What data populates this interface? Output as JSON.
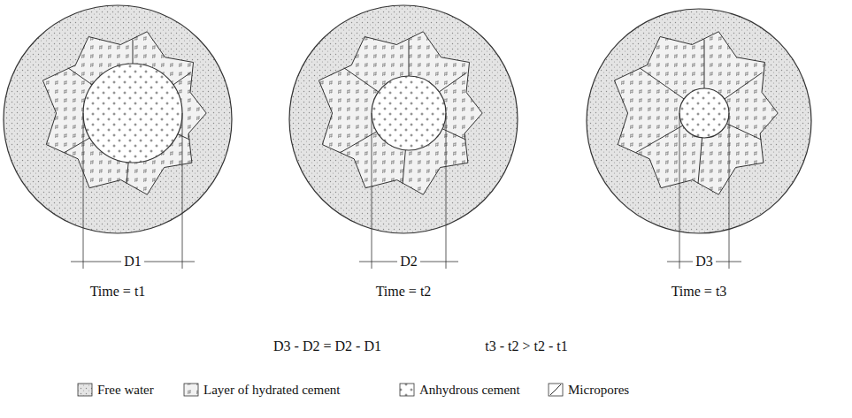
{
  "diagram": {
    "labels": [
      "D1",
      "Time = t1",
      "D2",
      "Time = t2",
      "D3",
      "Time = t3",
      "D3 - D2 = D2 - D1",
      "t3 - t2 > t2 - t1"
    ],
    "legend": [
      {
        "text": "Free water"
      },
      {
        "text": "Layer of hydrated cement"
      },
      {
        "text": "Anhydrous cement"
      },
      {
        "text": "Micropores"
      }
    ]
  }
}
